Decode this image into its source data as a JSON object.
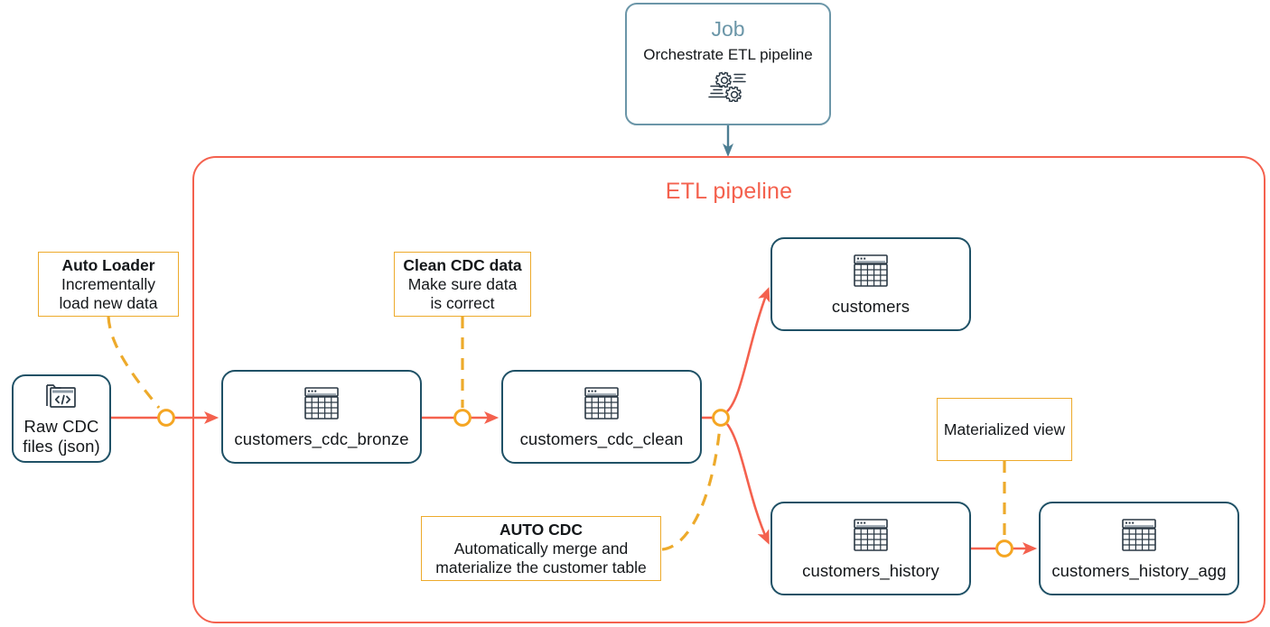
{
  "diagram": {
    "colors": {
      "pipeline_red": "#F4614E",
      "node_teal": "#1F5166",
      "job_blue": "#6B96A8",
      "callout_yellow": "#EDAA2B",
      "junction_orange": "#F5A623",
      "text_dark": "#14171A"
    },
    "job": {
      "title": "Job",
      "subtitle": "Orchestrate ETL pipeline",
      "icon": "gears-settings-icon"
    },
    "pipeline": {
      "title": "ETL pipeline"
    },
    "nodes": [
      {
        "id": "raw",
        "label": "Raw CDC\nfiles (json)",
        "label_line1": "Raw CDC",
        "label_line2": "files (json)",
        "icon": "folder-code-icon"
      },
      {
        "id": "bronze",
        "label": "customers_cdc_bronze",
        "icon": "table-icon"
      },
      {
        "id": "clean",
        "label": "customers_cdc_clean",
        "icon": "table-icon"
      },
      {
        "id": "customers",
        "label": "customers",
        "icon": "table-icon"
      },
      {
        "id": "history",
        "label": "customers_history",
        "icon": "table-icon"
      },
      {
        "id": "history_agg",
        "label": "customers_history_agg",
        "icon": "table-icon"
      }
    ],
    "callouts": [
      {
        "id": "autoloader",
        "title": "Auto Loader",
        "line1": "Incrementally",
        "line2": "load new data"
      },
      {
        "id": "cleancdc",
        "title": "Clean CDC data",
        "line1": "Make sure data",
        "line2": "is correct"
      },
      {
        "id": "autocdc",
        "title": "AUTO CDC",
        "line1": "Automatically merge and",
        "line2": "materialize the customer table"
      },
      {
        "id": "matview",
        "title": "",
        "line1": "Materialized view",
        "line2": ""
      }
    ]
  }
}
